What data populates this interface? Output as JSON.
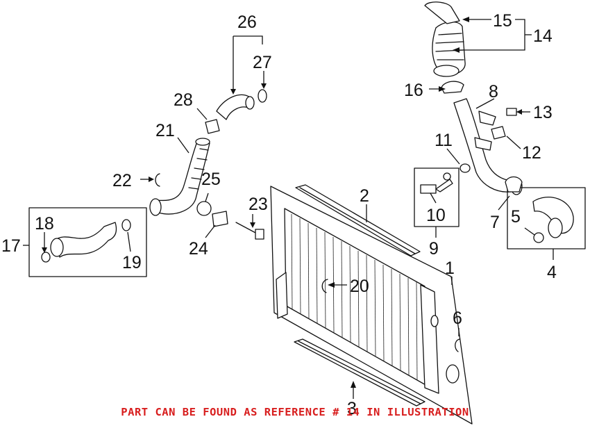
{
  "callouts": {
    "n1": "1",
    "n2": "2",
    "n3": "3",
    "n4": "4",
    "n5": "5",
    "n6": "6",
    "n7": "7",
    "n8": "8",
    "n9": "9",
    "n10": "10",
    "n11": "11",
    "n12": "12",
    "n13": "13",
    "n14": "14",
    "n15": "15",
    "n16": "16",
    "n17": "17",
    "n18": "18",
    "n19": "19",
    "n20": "20",
    "n21": "21",
    "n22": "22",
    "n23": "23",
    "n24": "24",
    "n25": "25",
    "n26": "26",
    "n27": "27",
    "n28": "28"
  },
  "footer": {
    "note": "PART CAN BE FOUND AS REFERENCE # 14 IN ILLUSTRATION",
    "color": "#d81e1e"
  }
}
